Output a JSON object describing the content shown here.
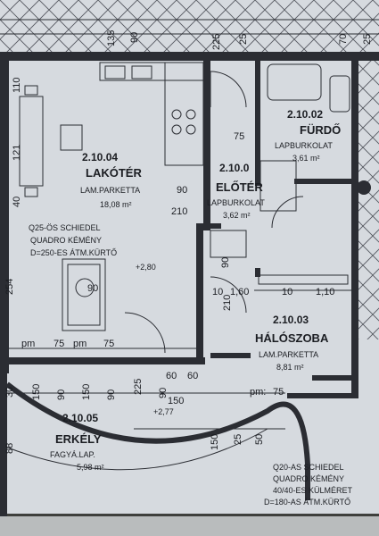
{
  "rooms": {
    "lakoter": {
      "number": "2.10.04",
      "name": "LAKÓTÉR",
      "floor": "LAM.PARKETTA",
      "area": "18,08 m²"
    },
    "eloter": {
      "number": "2.10.0",
      "name": "ELŐTÉR",
      "floor": "LAPBURKOLAT",
      "area": "3,62 m²"
    },
    "furdo": {
      "number": "2.10.02",
      "name": "FÜRDŐ",
      "floor": "LAPBURKOLAT",
      "area": "3,61 m²"
    },
    "haloszoba": {
      "number": "2.10.03",
      "name": "HÁLÓSZOBA",
      "floor": "LAM.PARKETTA",
      "area": "8,81 m²"
    },
    "erkely": {
      "number": "2.10.05",
      "name": "ERKÉLY",
      "floor": "FAGYÁ.LAP.",
      "area": "5,98 m²"
    }
  },
  "notes": {
    "chimney_left": [
      "Q25-ÖS SCHIEDEL",
      "QUADRO KÉMÉNY",
      "D=250-ES ÁTM.KÜRTŐ"
    ],
    "chimney_right": [
      "Q20-AS SCHIEDEL",
      "QUADRO KÉMÉNY",
      "40/40-ES KÜLMÉRET",
      "D=180-AS ÁTM.KÜRTŐ"
    ]
  },
  "levels": {
    "interior": "+2,80",
    "balcony": "+2,77"
  },
  "dimensions": {
    "top": [
      "135",
      "90",
      "225",
      "25",
      "70",
      "25"
    ],
    "left": [
      "110",
      "121",
      "40",
      "254",
      "30",
      "88"
    ],
    "lakoter_door_w": "90",
    "lakoter_door_h": "210",
    "eloter_door_w": "90",
    "eloter_door_h": "210",
    "furdo_75": "75",
    "hall_90": "90",
    "hall_210": "210",
    "halo_10a": "10",
    "halo_160": "1,60",
    "halo_10b": "10",
    "halo_110": "1,10",
    "pm_a": "pm",
    "pm_75": "75",
    "pm_b": "pm",
    "pm_75b": "75",
    "pm_c": "pm:",
    "pm_75c": "75",
    "window_row": [
      "150",
      "90",
      "150",
      "90",
      "225",
      "90"
    ],
    "bal_60": "60",
    "bal_150": "150",
    "bal_150b": "150",
    "bal_25": "25",
    "bal_50": "50",
    "left_60": "60"
  }
}
